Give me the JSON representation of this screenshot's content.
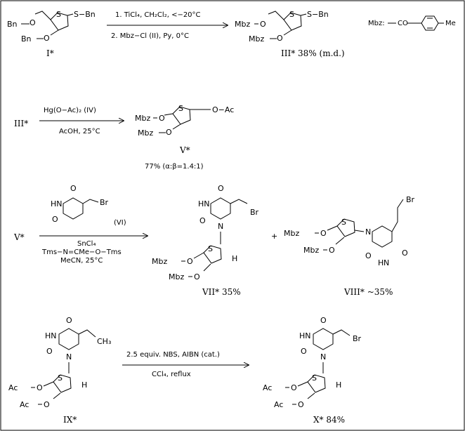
{
  "legend": {
    "mbz_label": "Mbz:",
    "mbz_co": "CO",
    "mbz_me": "Me"
  },
  "step1": {
    "reagents_line1": "1. TiCl₄, CH₂Cl₂, <−20°C",
    "reagents_line2": "2. Mbz−Cl (II), Py, 0°C",
    "start_label": "I*",
    "product_label": "III* 38% (m.d.)"
  },
  "step2": {
    "start_label": "III*",
    "reagent_line1": "Hg(O−Ac)₂ (IV)",
    "reagent_line2": "AcOH, 25°C",
    "product_label": "V*",
    "yield": "77% (α:β=1.4:1)"
  },
  "step3": {
    "start_label": "V*",
    "reagent_label": "(VI)",
    "reagent_line1": "SnCl₄",
    "reagent_line2": "Tms−N=CMe−O−Tms",
    "reagent_line3": "MeCN, 25°C",
    "product1_label": "VII*  35%",
    "plus": "+",
    "product2_label": "VIII*  ~35%"
  },
  "step4": {
    "start_label": "IX*",
    "reagent_line1": "2.5 equiv. NBS, AIBN (cat.)",
    "reagent_line2": "CCl₄, reflux",
    "product_label": "X* 84%"
  },
  "atoms": {
    "S": "S",
    "O": "O",
    "H": "H",
    "Br": "Br",
    "Bn": "Bn",
    "Mbz": "Mbz",
    "Ac": "Ac",
    "HN": "HN",
    "N": "N",
    "S_Bn": "S−Bn",
    "O_Ac": "O−Ac",
    "CH3": "CH₃"
  }
}
